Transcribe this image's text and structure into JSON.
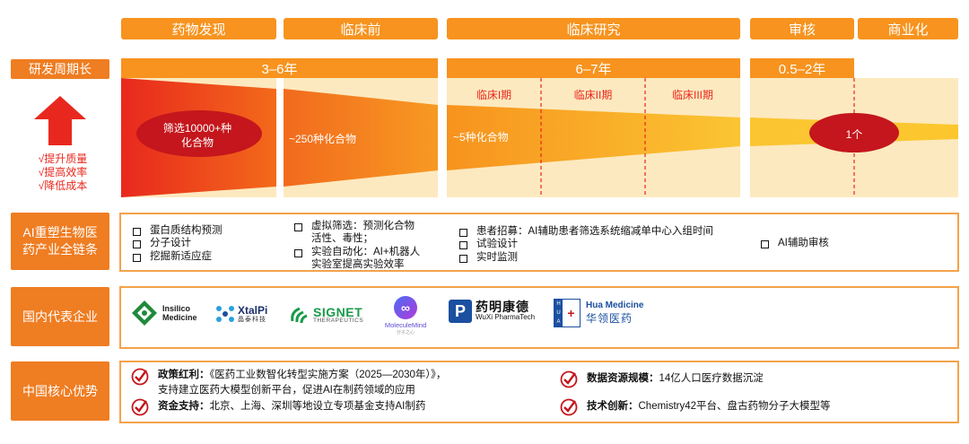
{
  "stages": [
    "药物发现",
    "临床前",
    "临床研究",
    "审核",
    "商业化"
  ],
  "row_labels": {
    "cycle": "研发周期长",
    "ai_chain": "AI重塑生物医药产业全链条",
    "companies": "国内代表企业",
    "china_adv": "中国核心优势"
  },
  "periods": [
    "3–6年",
    "6–7年",
    "0.5–2年"
  ],
  "clinical_phases": [
    "临床I期",
    "临床II期",
    "临床III期"
  ],
  "funnel": {
    "screen": "筛选10000+种化合物",
    "preclinical": "~250种化合物",
    "clinical": "~5种化合物",
    "approved": "1个"
  },
  "benefits": [
    "√提升质量",
    "√提高效率",
    "√降低成本"
  ],
  "ai_chain": {
    "discovery": [
      "蛋白质结构预测",
      "分子设计",
      "挖掘新适应症"
    ],
    "preclinical": [
      {
        "text": "虚拟筛选：预测化合物",
        "cont": "活性、毒性；"
      },
      {
        "text": "实验自动化：AI+机器人",
        "cont": "实验室提高实验效率"
      }
    ],
    "clinical": [
      "患者招募：AI辅助患者筛选系统缩减单中心入组时间",
      "试验设计",
      "实时监测"
    ],
    "review": [
      "AI辅助审核"
    ]
  },
  "companies": [
    {
      "name": "Insilico Medicine",
      "line1": "Insilico",
      "line2": "Medicine"
    },
    {
      "name": "XtalPi",
      "line1": "XtalPi",
      "line2": "晶泰科技"
    },
    {
      "name": "SIGNET",
      "line1": "SIGNET",
      "line2": "THERAPEUTICS"
    },
    {
      "name": "MoleculeMind",
      "line1": "MoleculeMind",
      "line2": "分子之心"
    },
    {
      "name": "WuXi PharmaTech",
      "line1": "药明康德",
      "line2": "WuXi PharmaTech"
    },
    {
      "name": "Hua Medicine",
      "line1": "Hua Medicine",
      "line2": "华领医药"
    }
  ],
  "advantages": {
    "policy_title": "政策红利：",
    "policy_text": "《医药工业数智化转型实施方案（2025—2030年）》，",
    "policy_text2": "支持建立医药大模型创新平台，促进AI在制药领域的应用",
    "fund_title": "资金支持：",
    "fund_text": "北京、上海、深圳等地设立专项基金支持AI制药",
    "data_title": "数据资源规模：",
    "data_text": "14亿人口医疗数据沉淀",
    "tech_title": "技术创新：",
    "tech_text": "Chemistry42平台、盘古药物分子大模型等"
  },
  "colors": {
    "orange": "#f7931e",
    "dark_orange": "#ef7d22",
    "red": "#e8281e",
    "ellipse": "#c4161c",
    "light": "#fde9bf"
  }
}
